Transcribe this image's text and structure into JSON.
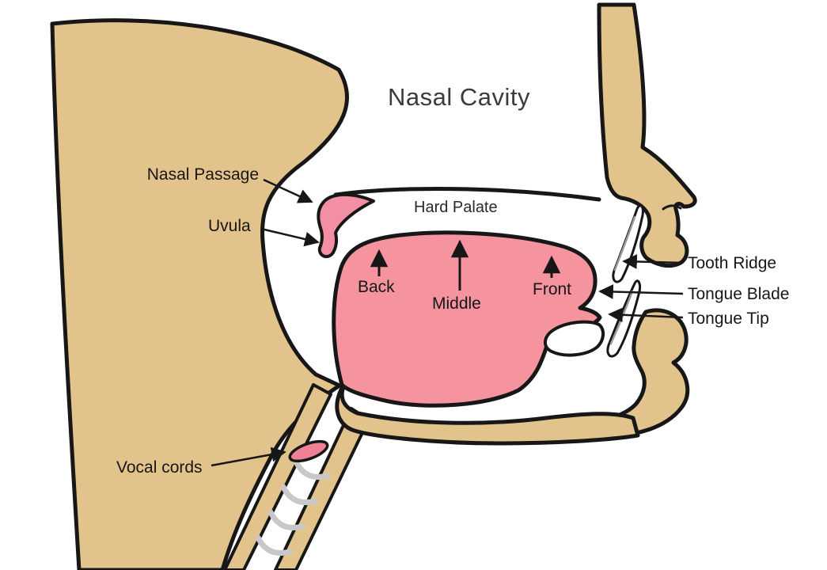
{
  "diagram": {
    "name": "vocal-tract-articulators-diagram",
    "labels": {
      "nasal_cavity": "Nasal Cavity",
      "nasal_passage": "Nasal Passage",
      "uvula": "Uvula",
      "hard_palate": "Hard Palate",
      "back": "Back",
      "middle": "Middle",
      "front": "Front",
      "tooth_ridge": "Tooth Ridge",
      "tongue_blade": "Tongue Blade",
      "tongue_tip": "Tongue Tip",
      "vocal_cords": "Vocal cords"
    },
    "colors": {
      "skin": "#e3c38c",
      "tongue": "#f5939f",
      "soft_palate": "#f28fa2",
      "vocal_cords": "#ef8193",
      "outline": "#171717",
      "teeth": "#ffffff",
      "tooth_shade": "#9a9a9a",
      "trachea_rings": "#c8c8c8",
      "background": "#ffffff",
      "label_text": "#161616"
    }
  }
}
